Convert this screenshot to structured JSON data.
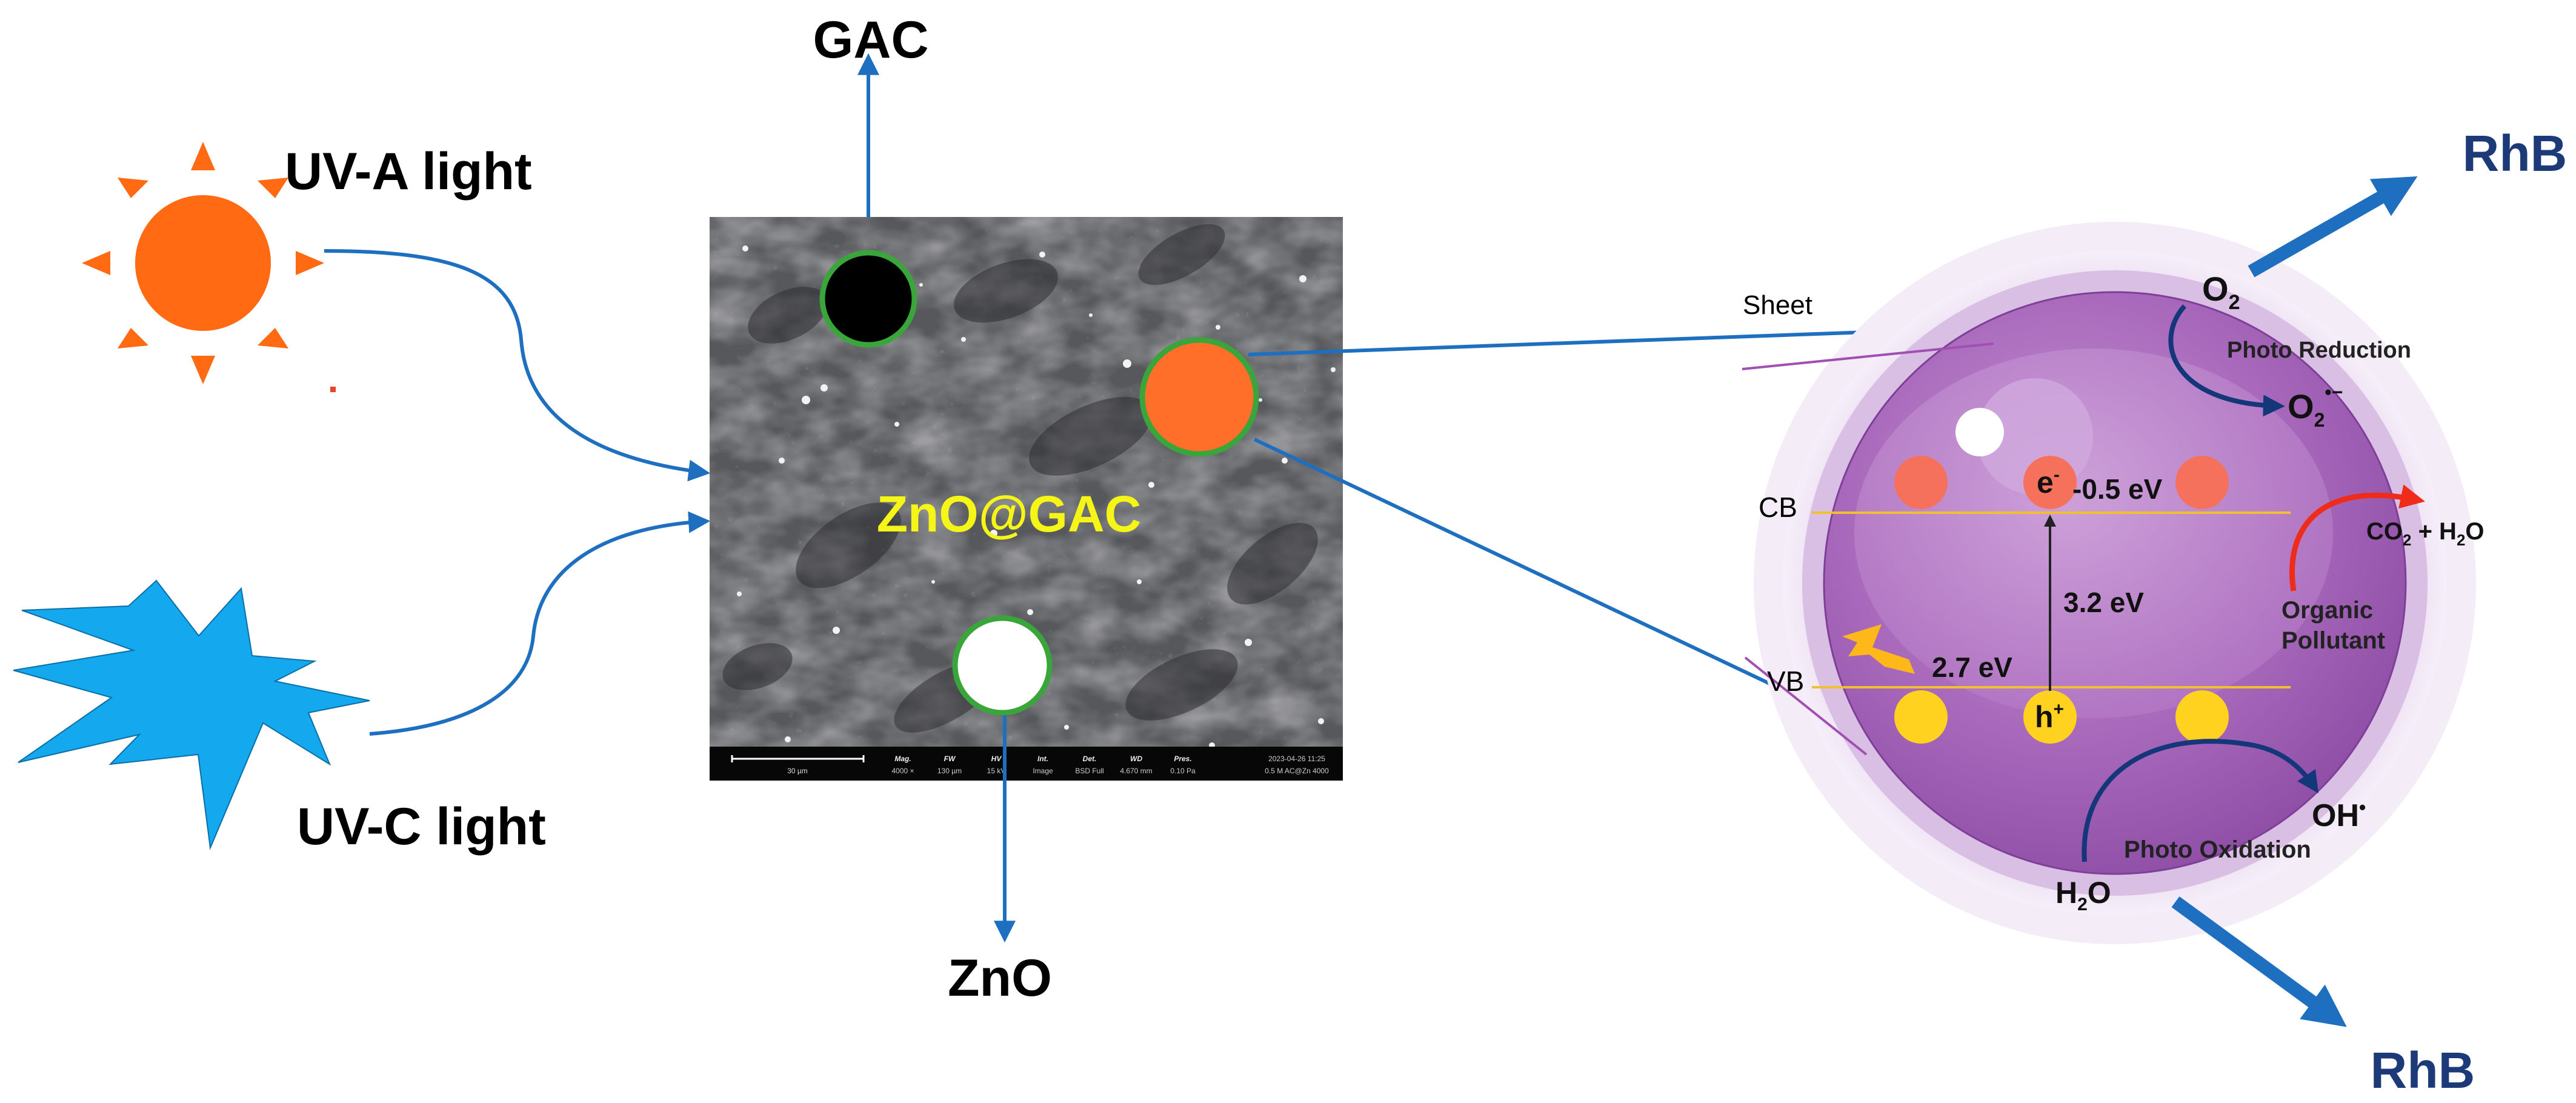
{
  "labels": {
    "gac": "GAC",
    "uva": "UV-A light",
    "uvc": "UV-C light",
    "zno": "ZnO",
    "composite": "ZnO@GAC",
    "rhb_top": "RhB",
    "rhb_bottom": "RhB",
    "sheet": "Sheet",
    "cb": "CB",
    "vb": "VB",
    "electron": "e",
    "electron_sup": "-",
    "hole": "h",
    "hole_sup": "+",
    "cb_energy": "-0.5 eV",
    "band_gap": "3.2 eV",
    "visible_energy": "2.7 eV",
    "o2": "O",
    "o2_sub": "2",
    "superoxide": "O",
    "superoxide_sub": "2",
    "superoxide_sup": "•−",
    "photo_reduction": "Photo Reduction",
    "co2": "CO",
    "co2_sub": "2",
    "co2_rest": " + H",
    "h2o_sub_a": "2",
    "h2o_rest_a": "O",
    "organic": "Organic",
    "pollutant": "Pollutant",
    "oh": "OH",
    "oh_sup": "•",
    "photo_oxidation": "Photo Oxidation",
    "h2o": "H",
    "h2o_sub": "2",
    "h2o_rest": "O"
  },
  "sem_info": {
    "scale": "30 µm",
    "headers": [
      "Mag.",
      "FW",
      "HV",
      "Int.",
      "Det.",
      "WD",
      "Pres."
    ],
    "values": [
      "4000 ×",
      "130 µm",
      "15 kV",
      "Image",
      "BSD Full",
      "4.670 mm",
      "0.10 Pa"
    ],
    "date": "2023-04-26 11:25",
    "sample": "0.5 M AC@Zn 4000"
  },
  "colors": {
    "arrow_blue": "#1f6fc1",
    "label_navy": "#1d3a78",
    "sun_orange": "#ff6a13",
    "uvc_blue": "#14a9ee",
    "composite_yellow": "#f5f518",
    "sphere_purple": "#a262b3",
    "hole_yellow": "#ffd21f",
    "electron_salmon": "#f6715c",
    "reaction_red": "#ef2b1a"
  }
}
